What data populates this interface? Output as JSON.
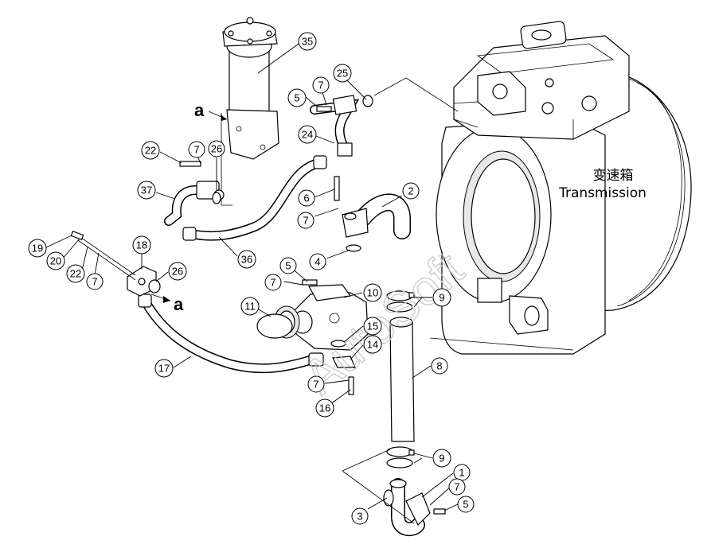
{
  "transmission_label": {
    "zh": "变速箱",
    "en": "Transmission"
  },
  "markers": {
    "top": "a",
    "bottom": "a"
  },
  "watermark": "AutoSoft",
  "callouts": [
    "35",
    "5",
    "7",
    "25",
    "24",
    "22",
    "7",
    "26",
    "37",
    "6",
    "2",
    "7",
    "36",
    "4",
    "19",
    "18",
    "20",
    "22",
    "7",
    "26",
    "5",
    "7",
    "10",
    "11",
    "9",
    "15",
    "14",
    "17",
    "8",
    "7",
    "16",
    "9",
    "1",
    "7",
    "3",
    "5"
  ]
}
